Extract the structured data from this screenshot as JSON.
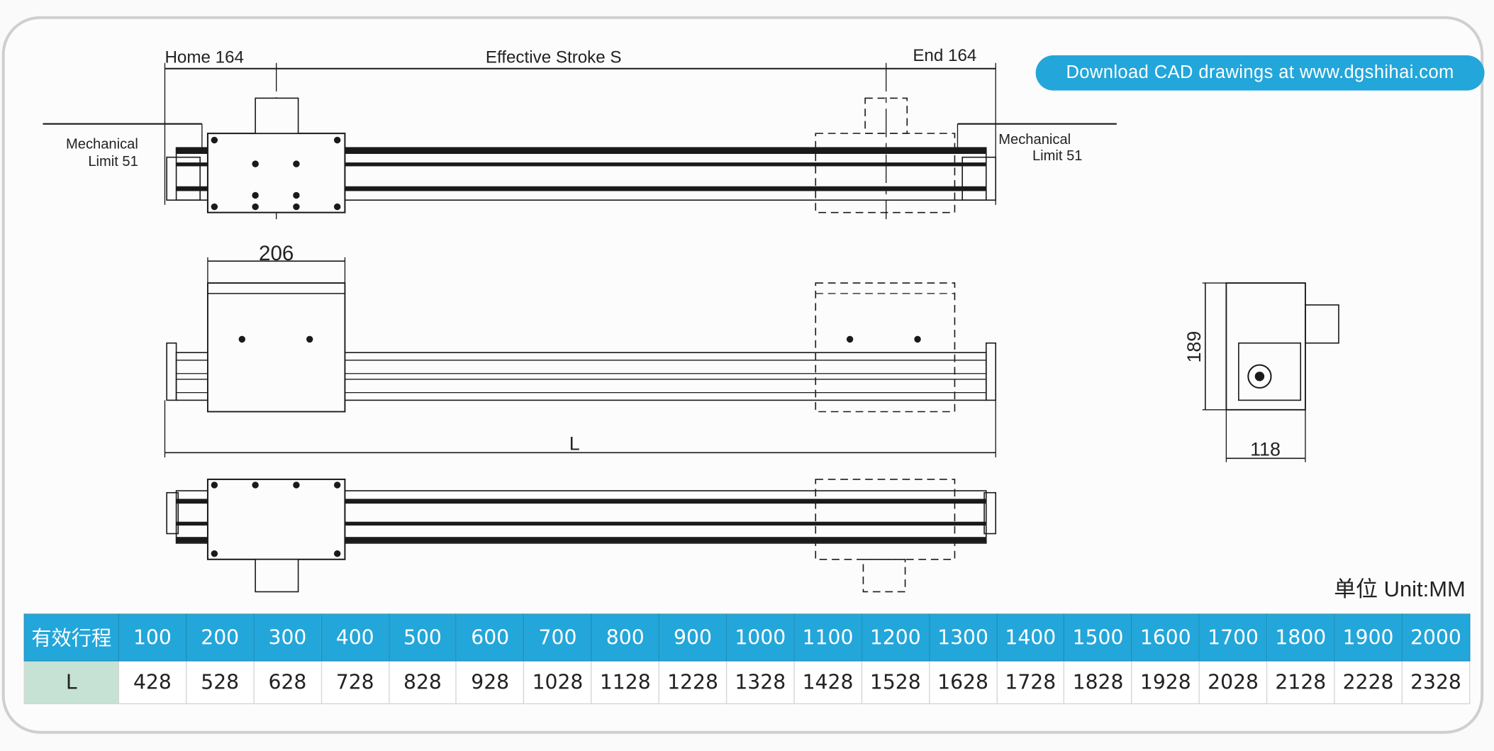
{
  "download_banner": "Download CAD drawings at www.dgshihai.com",
  "dimensions": {
    "home": "Home 164",
    "effective_stroke": "Effective Stroke S",
    "end": "End 164",
    "mech_limit_left": [
      "Mechanical",
      "Limit 51"
    ],
    "mech_limit_right": [
      "Mechanical",
      "Limit 51"
    ],
    "carriage_width": "206",
    "length": "L",
    "height": "189",
    "width": "118"
  },
  "unit_label": "单位 Unit:MM",
  "table": {
    "header_label": "有效行程",
    "row_label": "L",
    "strokes": [
      "100",
      "200",
      "300",
      "400",
      "500",
      "600",
      "700",
      "800",
      "900",
      "1000",
      "1100",
      "1200",
      "1300",
      "1400",
      "1500",
      "1600",
      "1700",
      "1800",
      "1900",
      "2000"
    ],
    "lengths": [
      "428",
      "528",
      "628",
      "728",
      "828",
      "928",
      "1028",
      "1128",
      "1228",
      "1328",
      "1428",
      "1528",
      "1628",
      "1728",
      "1828",
      "1928",
      "2028",
      "2128",
      "2228",
      "2328"
    ]
  },
  "colors": {
    "accent": "#23a6da",
    "row_label_bg": "#c6e2d4",
    "line": "#1a1a1a"
  }
}
